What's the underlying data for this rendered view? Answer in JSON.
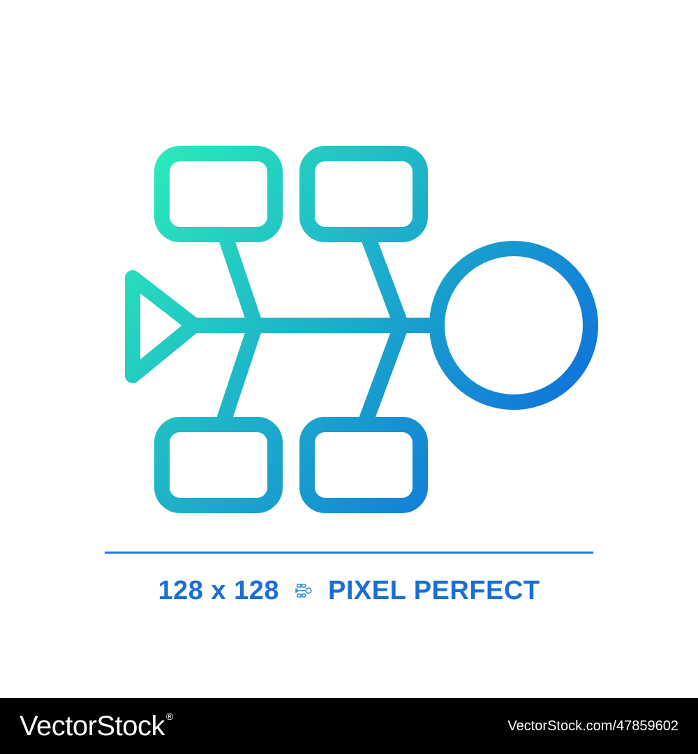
{
  "caption": {
    "size_text": "128 x 128",
    "separator_icon": "fishbone-diagram-icon",
    "quality_text": "PIXEL PERFECT"
  },
  "footer": {
    "brand": "VectorStock",
    "registered_mark": "®",
    "credit": "VectorStock.com/47859602"
  },
  "colors": {
    "gradient_start": "#2cf0b8",
    "gradient_end": "#0a5ee0",
    "caption_text": "#1a6fd6",
    "footer_bg": "#000000"
  }
}
